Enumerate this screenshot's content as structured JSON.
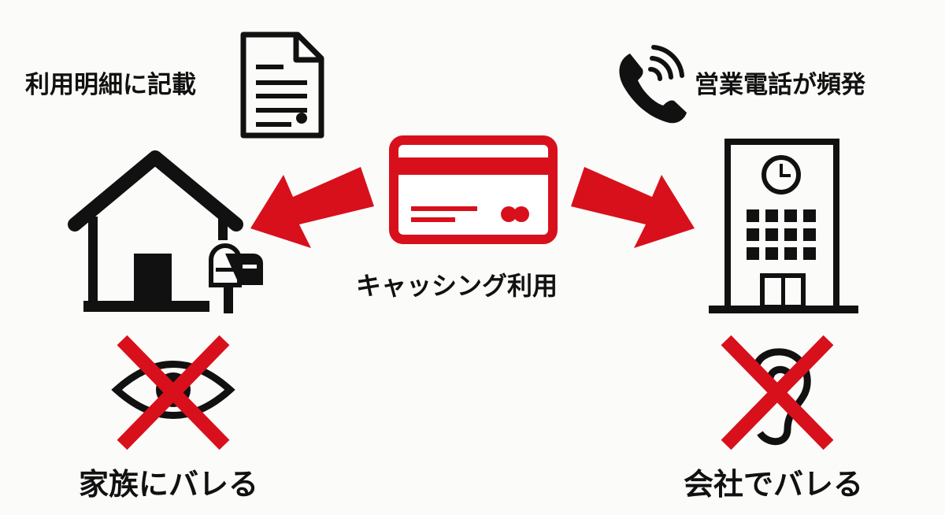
{
  "labels": {
    "statement": "利用明細に記載",
    "sales_calls": "営業電話が頻発",
    "cashing": "キャッシング利用",
    "family": "家族にバレる",
    "company": "会社でバレる"
  },
  "colors": {
    "accent": "#d8101c",
    "ink": "#111111",
    "background": "#fbfbf9"
  }
}
